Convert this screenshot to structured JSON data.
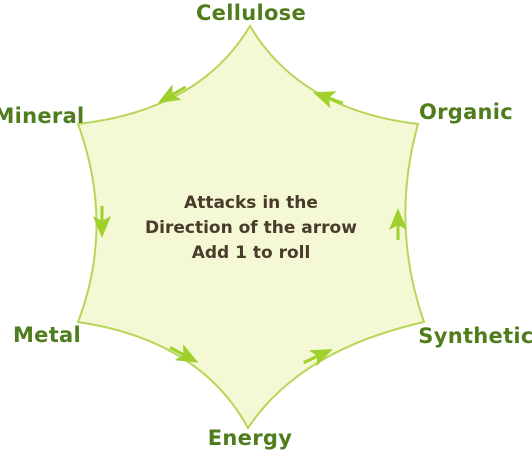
{
  "nodes": [
    {
      "id": "cellulose",
      "label": "Cellulose"
    },
    {
      "id": "organic",
      "label": "Organic"
    },
    {
      "id": "synthetic",
      "label": "Synthetic"
    },
    {
      "id": "energy",
      "label": "Energy"
    },
    {
      "id": "metal",
      "label": "Metal"
    },
    {
      "id": "mineral",
      "label": "Mineral"
    }
  ],
  "center_text": {
    "line1": "Attacks in the",
    "line2": "Direction of the arrow",
    "line3": "Add 1 to roll"
  },
  "edges": [
    {
      "from": "organic",
      "to": "cellulose"
    },
    {
      "from": "cellulose",
      "to": "mineral"
    },
    {
      "from": "mineral",
      "to": "metal"
    },
    {
      "from": "metal",
      "to": "energy"
    },
    {
      "from": "energy",
      "to": "synthetic"
    },
    {
      "from": "synthetic",
      "to": "organic"
    }
  ],
  "colors": {
    "fill": "#f4f8d4",
    "stroke": "#b7d657",
    "arrow": "#9fd02c",
    "label": "#4f7d1c",
    "center_text": "#4a3a2a"
  }
}
